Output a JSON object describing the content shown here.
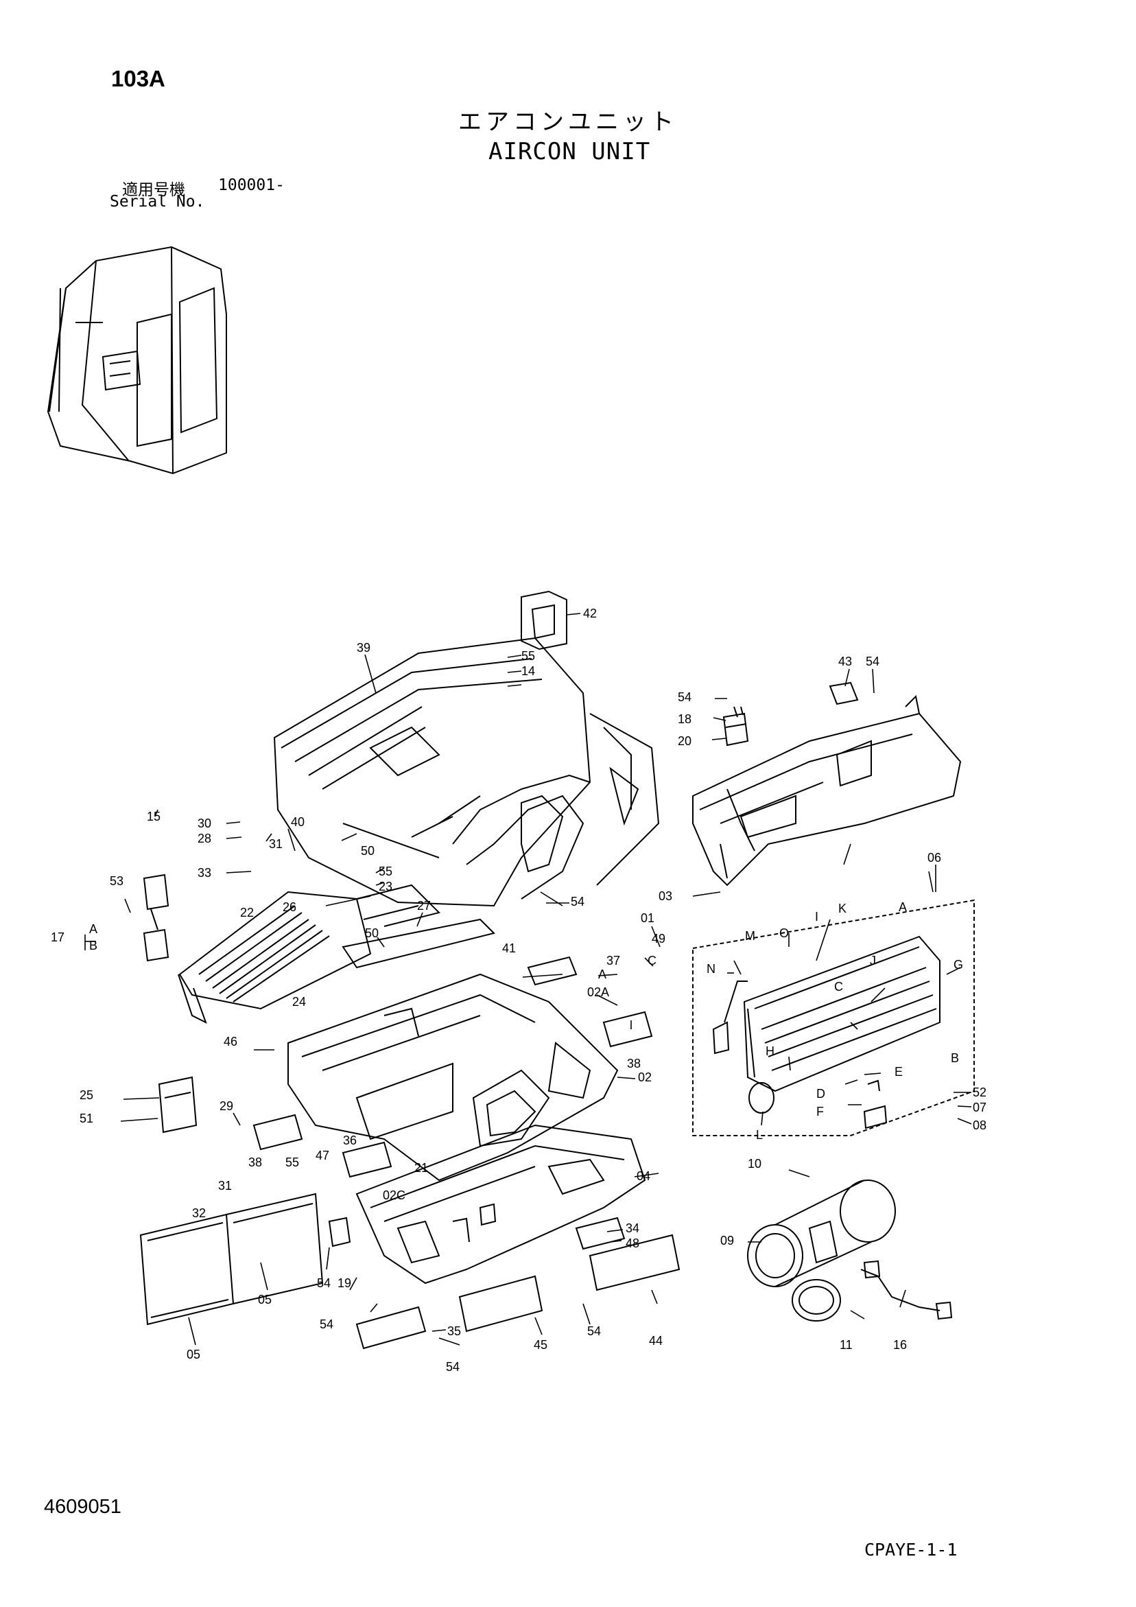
{
  "header": {
    "page_number": "103A",
    "title_jp": "エアコンユニット",
    "title_en": "AIRCON UNIT",
    "serial_label_jp": "適用号機",
    "serial_value": "100001-",
    "serial_label_en": "Serial No."
  },
  "footer": {
    "drawing_number": "4609051",
    "sheet_code": "CPAYE-1-1"
  },
  "callouts": [
    {
      "id": "c42",
      "label": "42"
    },
    {
      "id": "c55a",
      "label": "55"
    },
    {
      "id": "c14",
      "label": "14"
    },
    {
      "id": "c39",
      "label": "39"
    },
    {
      "id": "c43",
      "label": "43"
    },
    {
      "id": "c54a",
      "label": "54"
    },
    {
      "id": "c54b",
      "label": "54"
    },
    {
      "id": "c18",
      "label": "18"
    },
    {
      "id": "c20",
      "label": "20"
    },
    {
      "id": "c40",
      "label": "40"
    },
    {
      "id": "c30",
      "label": "30"
    },
    {
      "id": "c28",
      "label": "28"
    },
    {
      "id": "c31a",
      "label": "31"
    },
    {
      "id": "c50a",
      "label": "50"
    },
    {
      "id": "c33",
      "label": "33"
    },
    {
      "id": "c15",
      "label": "15"
    },
    {
      "id": "c55b",
      "label": "55"
    },
    {
      "id": "c23",
      "label": "23"
    },
    {
      "id": "c26",
      "label": "26"
    },
    {
      "id": "c49",
      "label": "49"
    },
    {
      "id": "cC",
      "label": "C"
    },
    {
      "id": "cA1",
      "label": "A"
    },
    {
      "id": "c54c",
      "label": "54"
    },
    {
      "id": "c01",
      "label": "01"
    },
    {
      "id": "c03",
      "label": "03"
    },
    {
      "id": "c06",
      "label": "06"
    },
    {
      "id": "c53",
      "label": "53"
    },
    {
      "id": "cA2",
      "label": "A"
    },
    {
      "id": "cB2",
      "label": "B"
    },
    {
      "id": "c17",
      "label": "17"
    },
    {
      "id": "c22",
      "label": "22"
    },
    {
      "id": "c27",
      "label": "27"
    },
    {
      "id": "c50b",
      "label": "50"
    },
    {
      "id": "c41",
      "label": "41"
    },
    {
      "id": "c37",
      "label": "37"
    },
    {
      "id": "c24",
      "label": "24"
    },
    {
      "id": "c02A",
      "label": "02A"
    },
    {
      "id": "c38a",
      "label": "38"
    },
    {
      "id": "c46",
      "label": "46"
    },
    {
      "id": "c02",
      "label": "02"
    },
    {
      "id": "c25",
      "label": "25"
    },
    {
      "id": "c51",
      "label": "51"
    },
    {
      "id": "c29",
      "label": "29"
    },
    {
      "id": "c47",
      "label": "47"
    },
    {
      "id": "c36",
      "label": "36"
    },
    {
      "id": "c38b",
      "label": "38"
    },
    {
      "id": "c55c",
      "label": "55"
    },
    {
      "id": "c31b",
      "label": "31"
    },
    {
      "id": "c02C",
      "label": "02C"
    },
    {
      "id": "c21",
      "label": "21"
    },
    {
      "id": "c04",
      "label": "04"
    },
    {
      "id": "c32",
      "label": "32"
    },
    {
      "id": "c10",
      "label": "10"
    },
    {
      "id": "c34",
      "label": "34"
    },
    {
      "id": "c48",
      "label": "48"
    },
    {
      "id": "c09",
      "label": "09"
    },
    {
      "id": "c54d",
      "label": "54"
    },
    {
      "id": "c19",
      "label": "19"
    },
    {
      "id": "c05a",
      "label": "05"
    },
    {
      "id": "c54e",
      "label": "54"
    },
    {
      "id": "c35",
      "label": "35"
    },
    {
      "id": "c54f",
      "label": "54"
    },
    {
      "id": "c45",
      "label": "45"
    },
    {
      "id": "c44",
      "label": "44"
    },
    {
      "id": "c11",
      "label": "11"
    },
    {
      "id": "c16",
      "label": "16"
    },
    {
      "id": "c05b",
      "label": "05"
    },
    {
      "id": "c54g",
      "label": "54"
    },
    {
      "id": "c52",
      "label": "52"
    },
    {
      "id": "c07",
      "label": "07"
    },
    {
      "id": "c08",
      "label": "08"
    },
    {
      "id": "dK",
      "label": "K"
    },
    {
      "id": "dA",
      "label": "A"
    },
    {
      "id": "dM",
      "label": "M"
    },
    {
      "id": "dO",
      "label": "O"
    },
    {
      "id": "dI",
      "label": "I"
    },
    {
      "id": "dG",
      "label": "G"
    },
    {
      "id": "dN",
      "label": "N"
    },
    {
      "id": "dJ",
      "label": "J"
    },
    {
      "id": "dC",
      "label": "C"
    },
    {
      "id": "dH",
      "label": "H"
    },
    {
      "id": "dB",
      "label": "B"
    },
    {
      "id": "dE",
      "label": "E"
    },
    {
      "id": "dD",
      "label": "D"
    },
    {
      "id": "dF",
      "label": "F"
    },
    {
      "id": "dL",
      "label": "L"
    }
  ]
}
